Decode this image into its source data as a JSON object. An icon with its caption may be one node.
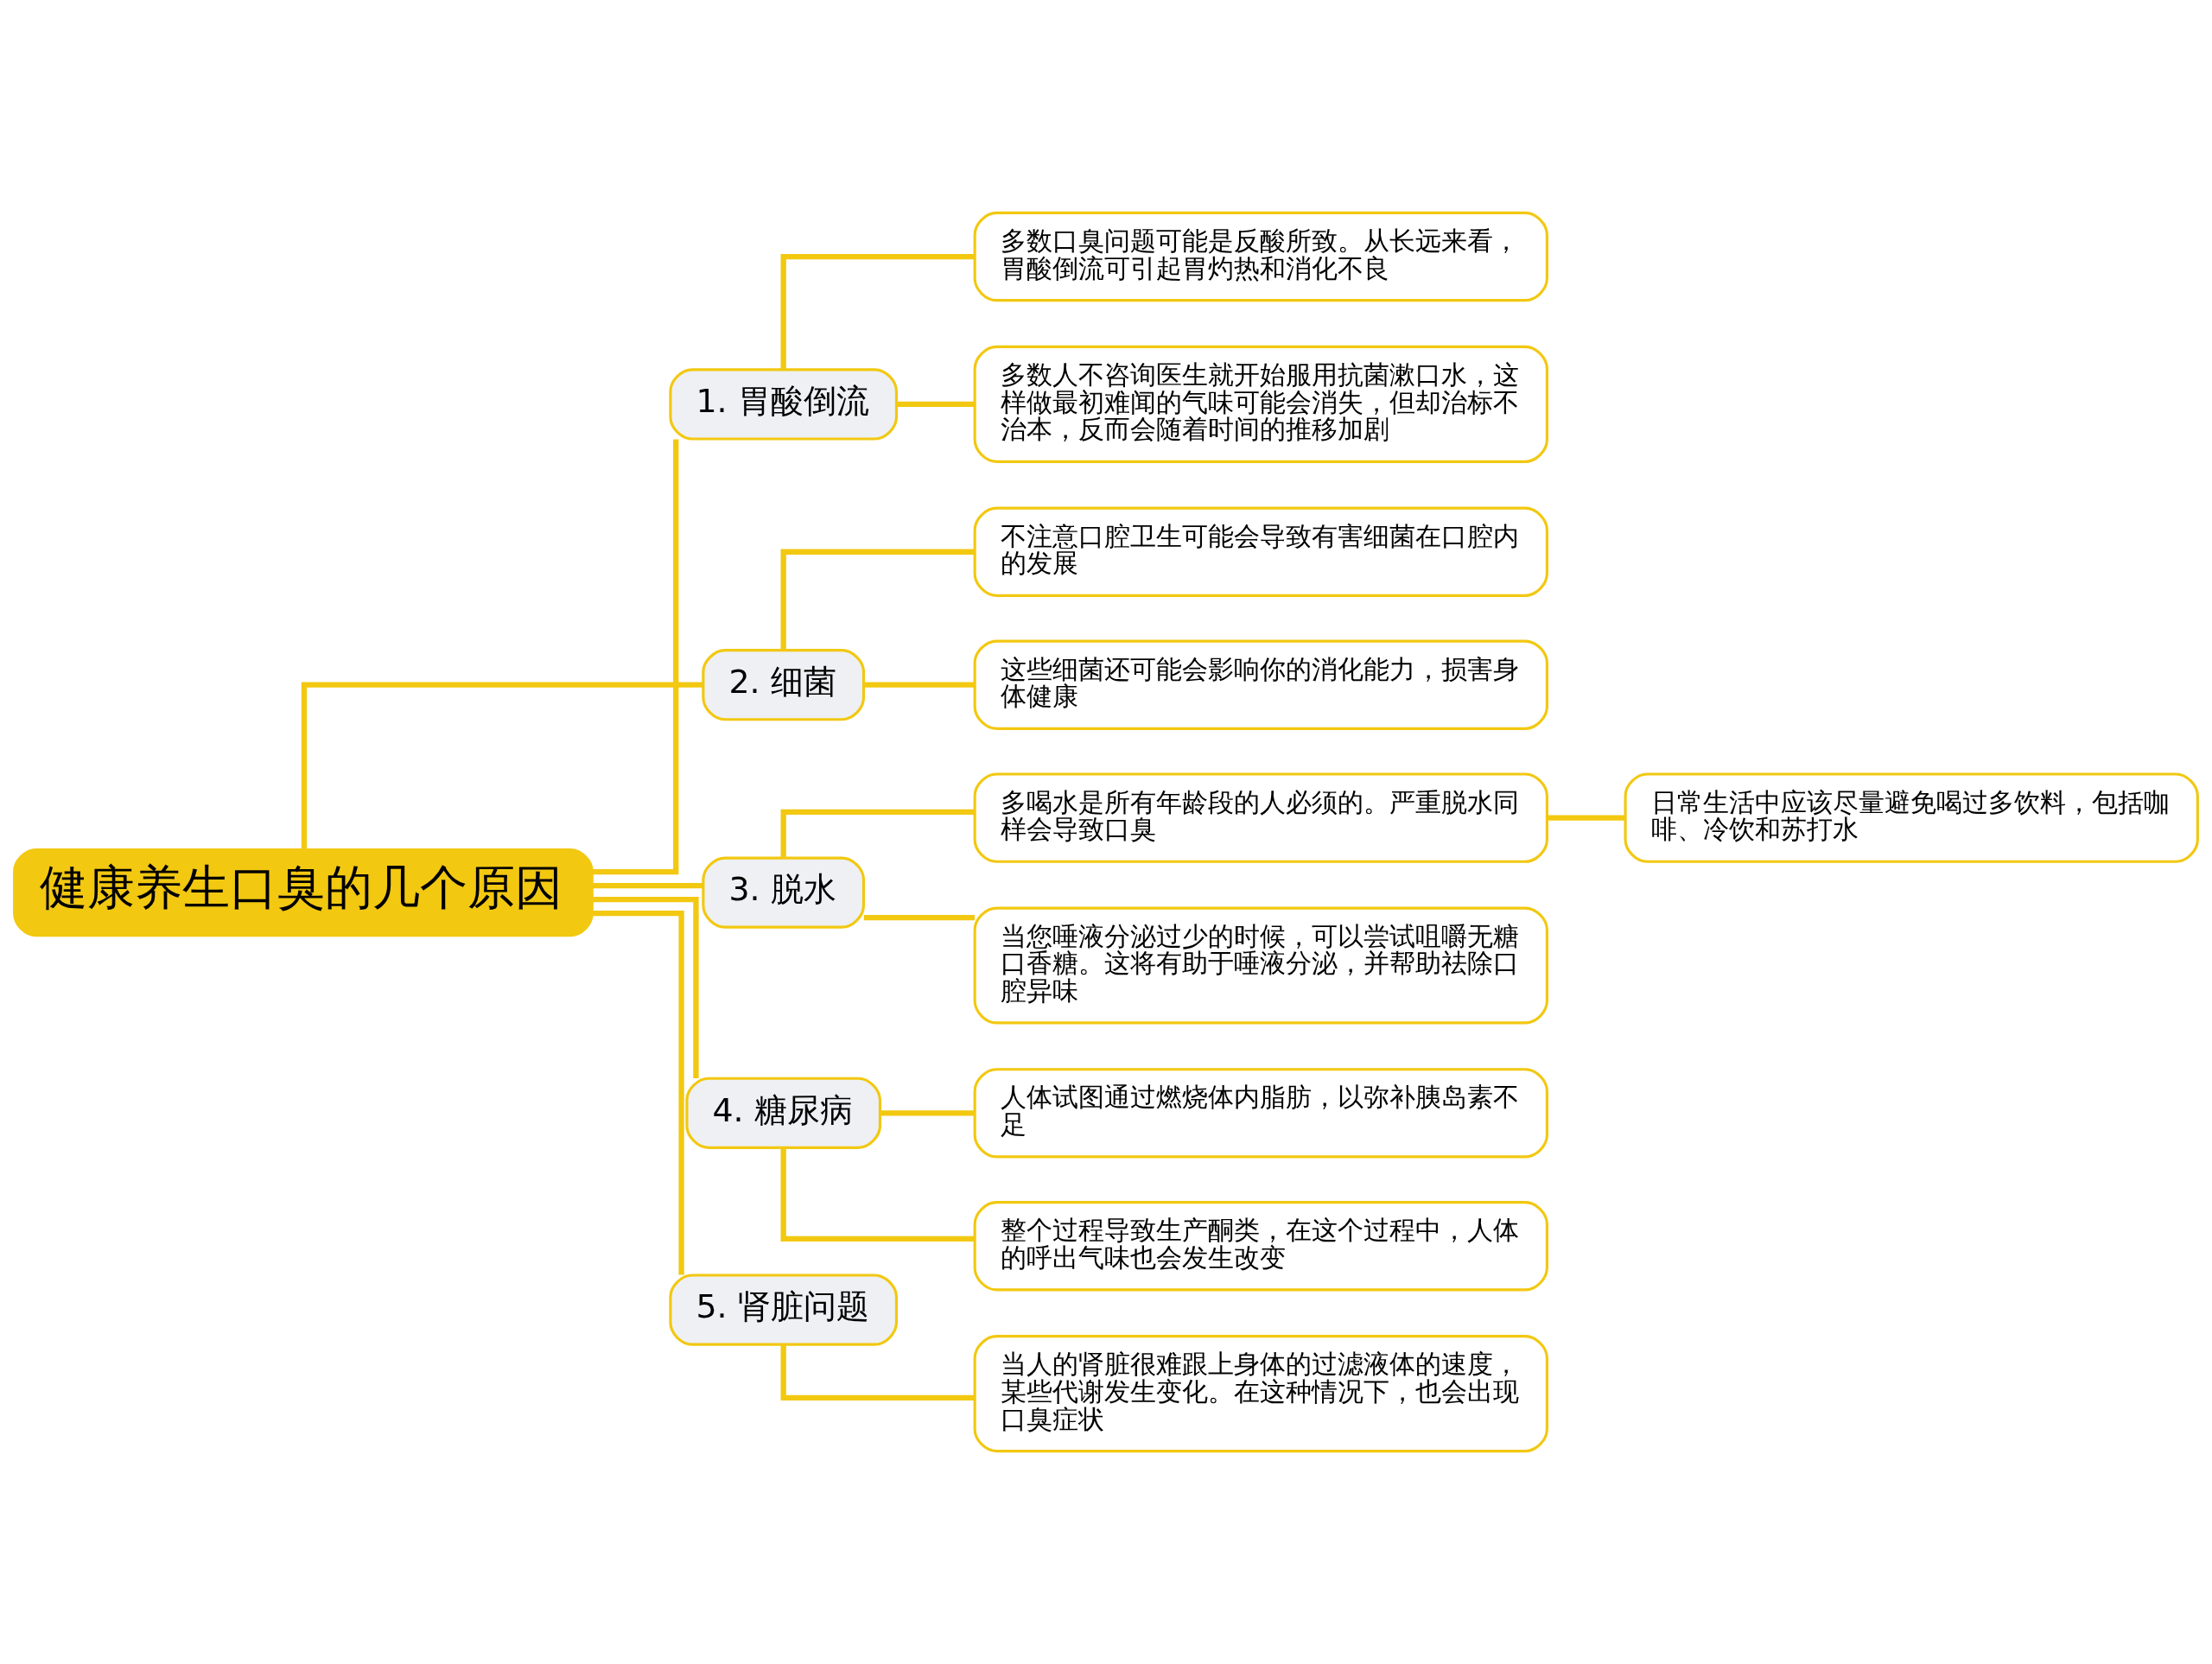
{
  "diagram": {
    "nodes": [
      {
        "text": [
          "健康养生口臭的几个原因"
        ]
      },
      {
        "text": [
          "1. 胃酸倒流"
        ]
      },
      {
        "text": [
          "多数口臭问题可能是反酸所致。从长远来看，胃酸倒流可引起胃灼热和消化不良"
        ]
      },
      {
        "text": [
          "多数人不咨询医生就开始服用抗菌漱口水，这样做最初难闻的气味可能会消失，但却治标不治本，反而会随着时间的推移加剧"
        ]
      },
      {
        "text": [
          "2. 细菌"
        ]
      },
      {
        "text": [
          "不注意口腔卫生可能会导致有害细菌在口腔内的发展"
        ]
      },
      {
        "text": [
          "这些细菌还可能会影响你的消化能力，损害身体健康"
        ]
      },
      {
        "text": [
          "3. 脱水"
        ]
      },
      {
        "text": [
          "多喝水是所有年龄段的人必须的。严重脱水同样会导致口臭"
        ]
      },
      {
        "text": [
          "日常生活中应该尽量避免喝过多饮料，包括咖啡、冷饮和苏打水"
        ]
      },
      {
        "text": [
          "当您唾液分泌过少的时候，可以尝试咀嚼无糖口香糖。这将有助于唾液分泌，并帮助祛除口腔异味"
        ]
      },
      {
        "text": [
          "4. 糖尿病"
        ]
      },
      {
        "text": [
          "人体试图通过燃烧体内脂肪，以弥补胰岛素不足"
        ]
      },
      {
        "text": [
          "整个过程导致生产酮类，在这个过程中，人体的呼出气味也会发生改变"
        ]
      },
      {
        "text": [
          "5. 肾脏问题"
        ]
      },
      {
        "text": [
          "当人的肾脏很难跟上身体的过滤液体的速度，某些代谢发生变化。在这种情况下，也会出现口臭症状"
        ]
      }
    ],
    "edges": [
      {
        "from": 0,
        "to": 1,
        "arrow": "none"
      },
      {
        "from": 1,
        "to": 2,
        "arrow": "none"
      },
      {
        "from": 1,
        "to": 3,
        "arrow": "none"
      },
      {
        "from": 0,
        "to": 4,
        "arrow": "none"
      },
      {
        "from": 4,
        "to": 5,
        "arrow": "none"
      },
      {
        "from": 4,
        "to": 6,
        "arrow": "none"
      },
      {
        "from": 0,
        "to": 7,
        "arrow": "none"
      },
      {
        "from": 7,
        "to": 8,
        "arrow": "none"
      },
      {
        "from": 8,
        "to": 9,
        "arrow": "none"
      },
      {
        "from": 7,
        "to": 10,
        "arrow": "none"
      },
      {
        "from": 0,
        "to": 11,
        "arrow": "none"
      },
      {
        "from": 11,
        "to": 12,
        "arrow": "none"
      },
      {
        "from": 11,
        "to": 13,
        "arrow": "none"
      },
      {
        "from": 0,
        "to": 14,
        "arrow": "none"
      },
      {
        "from": 14,
        "to": 15,
        "arrow": "none"
      }
    ]
  }
}
